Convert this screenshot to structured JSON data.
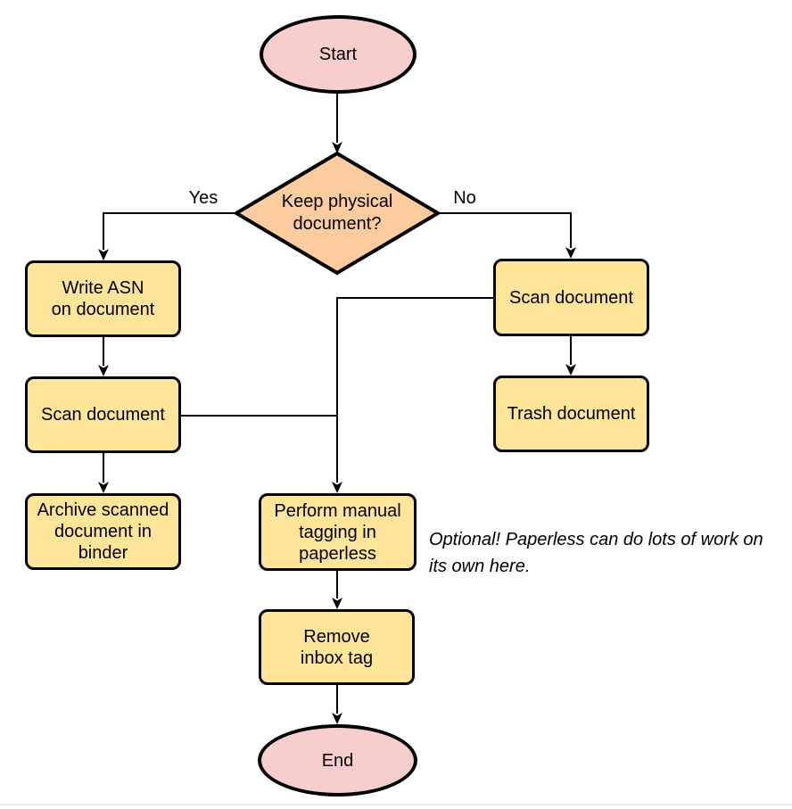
{
  "diagram": {
    "type": "flowchart",
    "nodes": {
      "start": {
        "label": "Start",
        "shape": "terminator"
      },
      "decision": {
        "label": "Keep physical\ndocument?",
        "shape": "decision"
      },
      "write_asn": {
        "label": "Write ASN\non document",
        "shape": "process"
      },
      "scan_left": {
        "label": "Scan document",
        "shape": "process"
      },
      "archive": {
        "label": "Archive scanned\ndocument in\nbinder",
        "shape": "process"
      },
      "scan_right": {
        "label": "Scan document",
        "shape": "process"
      },
      "trash": {
        "label": "Trash document",
        "shape": "process"
      },
      "tagging": {
        "label": "Perform manual\ntagging in\npaperless",
        "shape": "process"
      },
      "remove_inbox": {
        "label": "Remove\ninbox tag",
        "shape": "process"
      },
      "end": {
        "label": "End",
        "shape": "terminator"
      }
    },
    "edge_labels": {
      "yes": "Yes",
      "no": "No"
    },
    "note": "Optional! Paperless can do lots of work on\nits own here.",
    "edges": [
      {
        "from": "start",
        "to": "decision"
      },
      {
        "from": "decision",
        "to": "write_asn",
        "label": "Yes"
      },
      {
        "from": "decision",
        "to": "scan_right",
        "label": "No"
      },
      {
        "from": "write_asn",
        "to": "scan_left"
      },
      {
        "from": "scan_left",
        "to": "archive"
      },
      {
        "from": "scan_right",
        "to": "trash"
      },
      {
        "from": "scan_right",
        "to": "tagging"
      },
      {
        "from": "scan_left",
        "to": "tagging"
      },
      {
        "from": "tagging",
        "to": "remove_inbox"
      },
      {
        "from": "remove_inbox",
        "to": "end"
      }
    ],
    "colors": {
      "terminator_fill": "#f8cecc",
      "decision_fill": "#fdcc9e",
      "process_fill": "#ffe59a",
      "stroke": "#000000",
      "background": "#ffffff",
      "bottom_divider": "#e9eef2"
    }
  }
}
